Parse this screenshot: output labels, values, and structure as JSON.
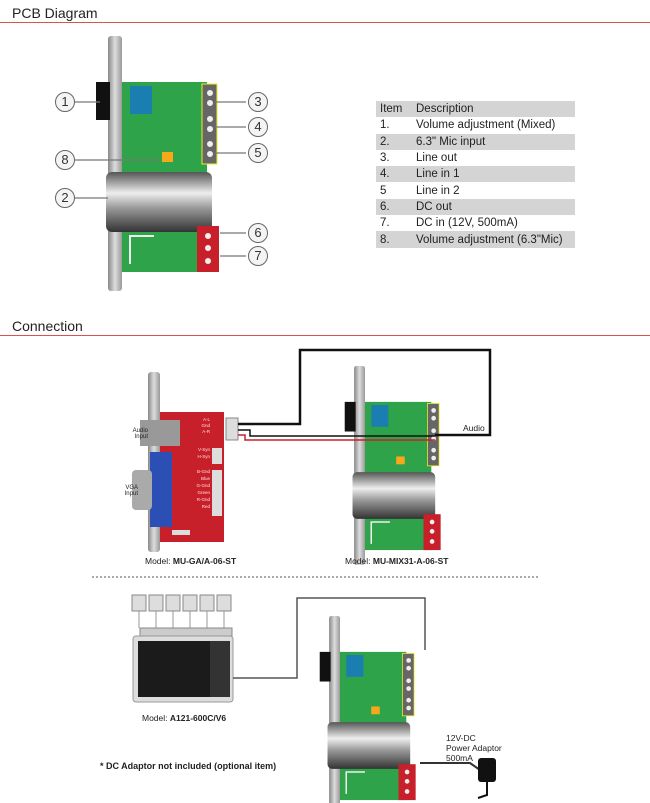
{
  "sections": {
    "pcb": "PCB Diagram",
    "connection": "Connection"
  },
  "table": {
    "headers": [
      "Item",
      "Description"
    ],
    "rows": [
      [
        "1.",
        "Volume adjustment (Mixed)"
      ],
      [
        "2.",
        "6.3\" Mic input"
      ],
      [
        "3.",
        "Line out"
      ],
      [
        "4.",
        "Line in 1"
      ],
      [
        "5",
        "Line in 2"
      ],
      [
        "6.",
        "DC out"
      ],
      [
        "7.",
        "DC in (12V, 500mA)"
      ],
      [
        "8.",
        "Volume adjustment (6.3\"Mic)"
      ]
    ]
  },
  "callouts": [
    "1",
    "2",
    "3",
    "4",
    "5",
    "6",
    "7",
    "8"
  ],
  "connection": {
    "device1": {
      "model_prefix": "Model: ",
      "model": "MU-GA/A-06-ST",
      "audio_input": "Audio Input",
      "vga_input": "VGA Input",
      "terminals": [
        "A-L",
        "Gnd",
        "A-R",
        "V-Syn",
        "H-Syn",
        "B-Gnd",
        "Blue",
        "G-Gnd",
        "Green",
        "R-Gnd",
        "Red"
      ]
    },
    "device2": {
      "model_prefix": "Model: ",
      "model": "MU-MIX31-A-06-ST"
    },
    "audio_label": "Audio",
    "device3": {
      "model_prefix": "Model: ",
      "model": "A121-600C/V6"
    },
    "adaptor": {
      "line1": "12V-DC",
      "line2": "Power Adaptor",
      "line3": "500mA"
    },
    "note": "* DC Adaptor not included (optional item)"
  },
  "colors": {
    "accent_line": "#d9534f",
    "pcb_green": "#2ea34a",
    "pcb_red": "#c8202a",
    "table_shade": "#d4d4d4"
  }
}
